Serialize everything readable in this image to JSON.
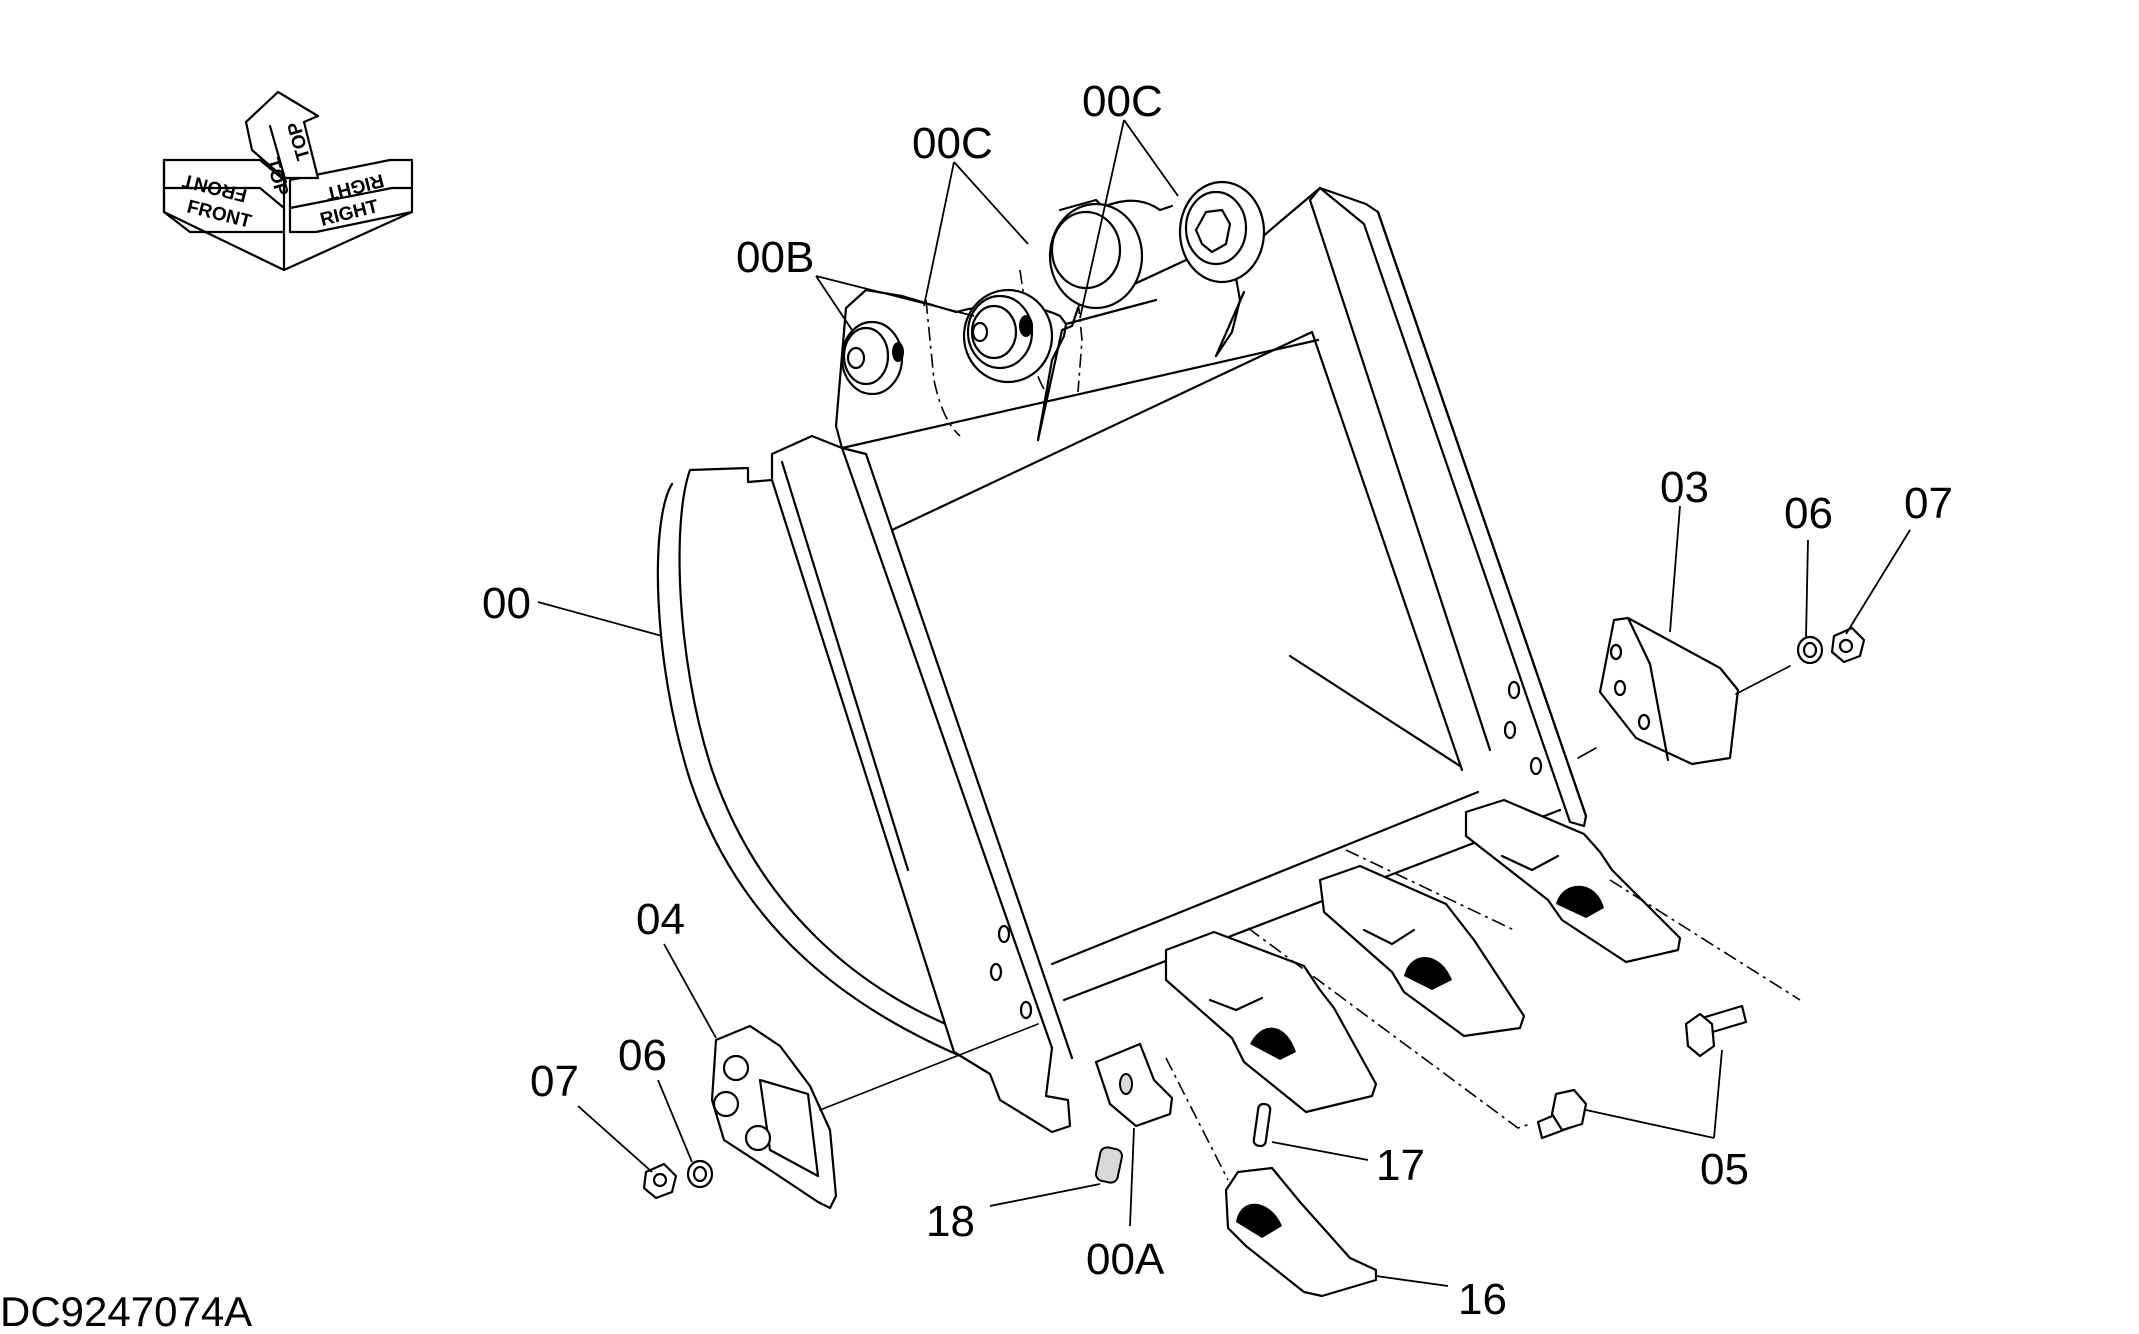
{
  "orientation": {
    "front": "FRONT",
    "top": "TOP",
    "right": "RIGHT"
  },
  "callouts": {
    "c00C_left": "00C",
    "c00C_right": "00C",
    "c00B": "00B",
    "c00": "00",
    "c03": "03",
    "c06_right": "06",
    "c07_right": "07",
    "c04": "04",
    "c06_left": "06",
    "c07_left": "07",
    "c17": "17",
    "c05": "05",
    "c18": "18",
    "c00A": "00A",
    "c16": "16"
  },
  "doc_id": "DC9247074A"
}
